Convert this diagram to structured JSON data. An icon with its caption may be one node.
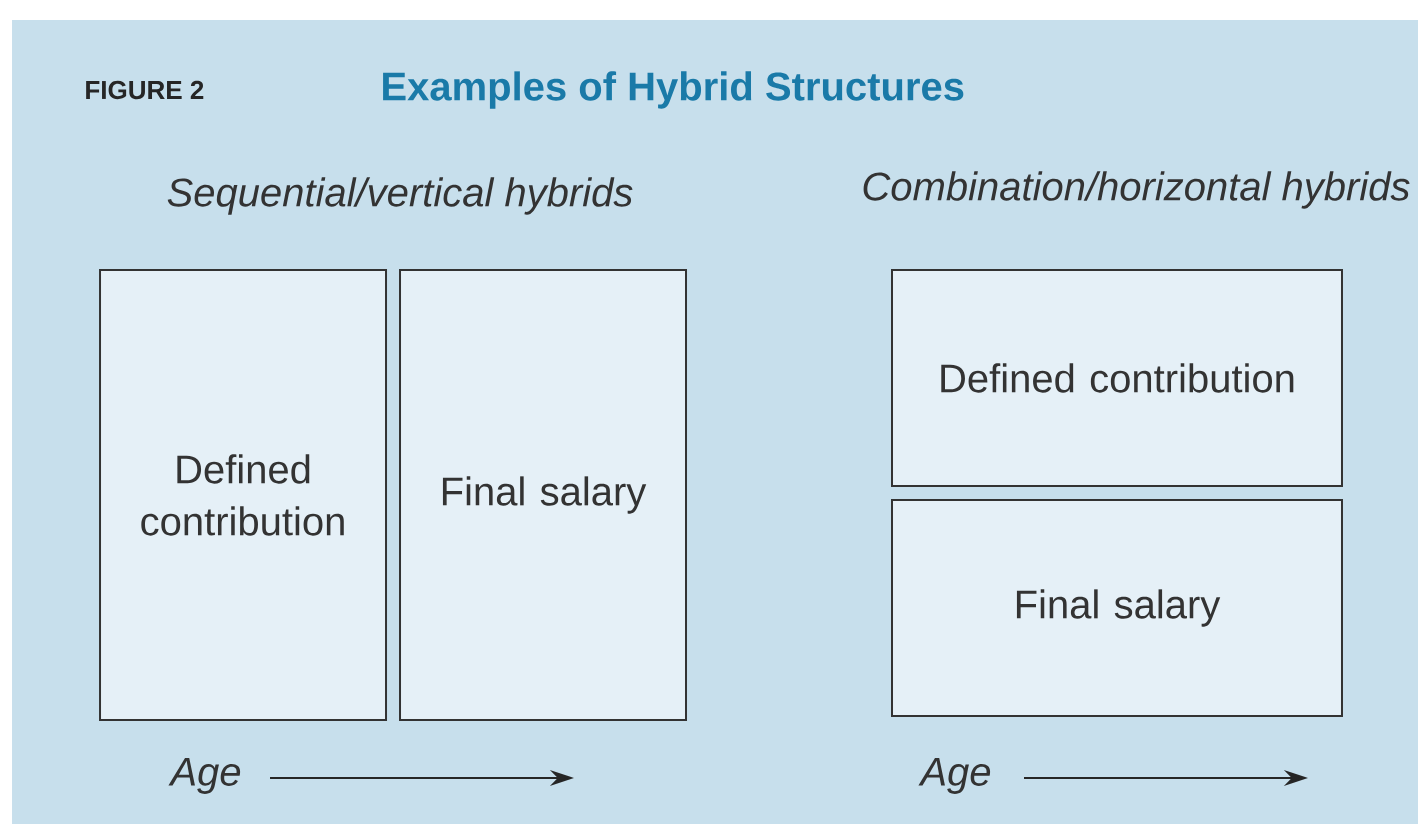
{
  "diagram": {
    "title": "Examples of Hybrid Structures",
    "nodes": [
      {
        "text": [
          "Defined contribution"
        ]
      },
      {
        "text": [
          "Final salary"
        ]
      },
      {
        "text": [
          "Defined contribution"
        ]
      },
      {
        "text": [
          "Final salary"
        ]
      }
    ],
    "labels": [
      "FIGURE 2",
      "Sequential/vertical hybrids",
      "Combination/horizontal hybrids",
      "Age",
      "Age"
    ]
  }
}
